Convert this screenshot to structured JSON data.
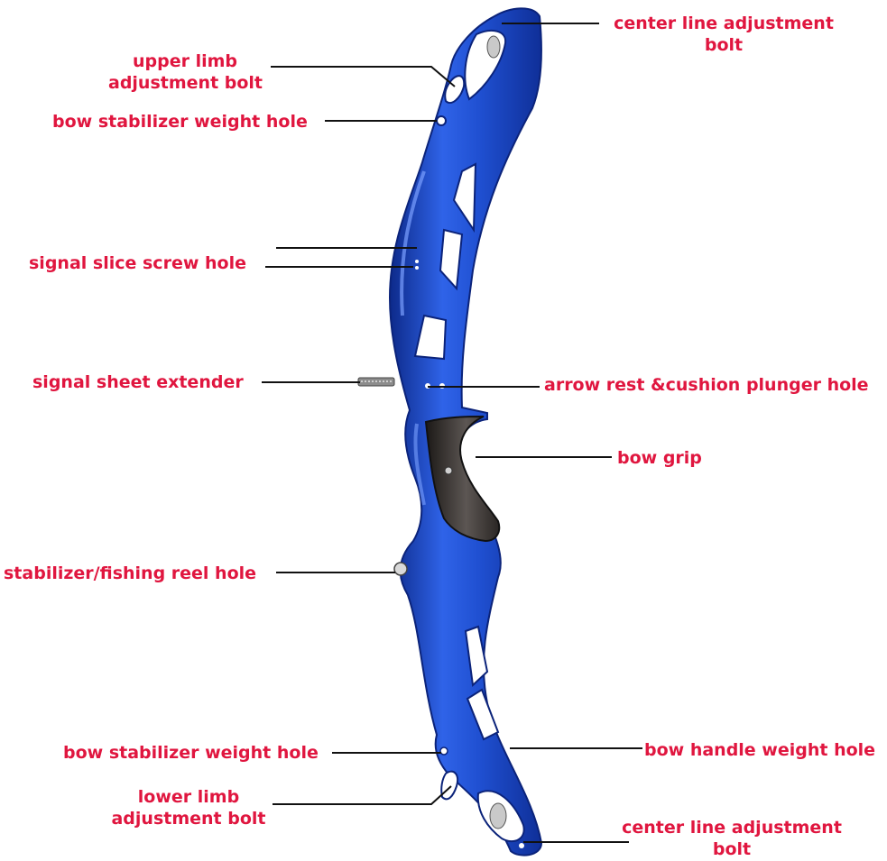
{
  "colors": {
    "label_text": "#e0163f",
    "leader_line": "#111111",
    "riser_blue": "#1f4fd0",
    "riser_dark": "#0d2a8a",
    "riser_light": "#6e96ff",
    "grip_dark": "#2a2624",
    "grip_light": "#8a8480",
    "background": "#ffffff"
  },
  "labels": {
    "center_line_top_1": "center line adjustment",
    "center_line_top_2": "bolt",
    "upper_limb_1": "upper limb",
    "upper_limb_2": "adjustment bolt",
    "stabilizer_weight_top": "bow stabilizer weight hole",
    "signal_slice": "signal slice screw hole",
    "signal_sheet": "signal sheet extender",
    "arrow_rest": "arrow rest &cushion plunger hole",
    "bow_grip": "bow grip",
    "stabilizer_reel": "stabilizer/fishing reel hole",
    "stabilizer_weight_bottom": "bow stabilizer weight hole",
    "handle_weight": "bow handle weight hole",
    "lower_limb_1": "lower limb",
    "lower_limb_2": "adjustment bolt",
    "center_line_bottom_1": "center line adjustment",
    "center_line_bottom_2": "bolt"
  }
}
